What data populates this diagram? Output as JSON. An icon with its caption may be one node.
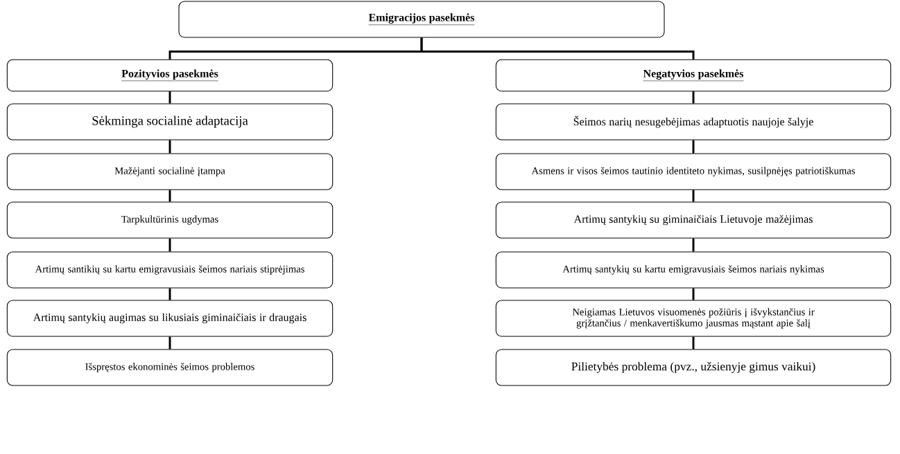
{
  "diagram": {
    "nodes": [
      {
        "text": [
          "Emigracijos pasekmės"
        ]
      },
      {
        "text": [
          "Pozityvios pasekmės"
        ]
      },
      {
        "text": [
          "Negatyvios pasekmės"
        ]
      },
      {
        "text": [
          "Sėkminga socialinė adaptacija"
        ]
      },
      {
        "text": [
          "Mažėjanti socialinė įtampa"
        ]
      },
      {
        "text": [
          "Tarpkultūrinis ugdymas"
        ]
      },
      {
        "text": [
          "Artimų santikių su kartu emigravusiais šeimos nariais stiprėjimas"
        ]
      },
      {
        "text": [
          "Artimų santykių augimas su likusiais giminaičiais ir draugais"
        ]
      },
      {
        "text": [
          "Išspręstos ekonominės šeimos problemos"
        ]
      },
      {
        "text": [
          "Šeimos narių nesugebėjimas adaptuotis naujoje šalyje"
        ]
      },
      {
        "text": [
          "Asmens ir visos šeimos tautinio identiteto nykimas, susilpnėjęs patriotiškumas"
        ]
      },
      {
        "text": [
          "Artimų santykių su giminaičiais Lietuvoje mažėjimas"
        ]
      },
      {
        "text": [
          "Artimų santykių su kartu emigravusiais šeimos nariais nykimas"
        ]
      },
      {
        "text": [
          "Neigiamas Lietuvos visuomenės požiūris į išvykstančius ir grįžtančius / menkavertiškumo jausmas mąstant apie šalį"
        ]
      },
      {
        "text": [
          "Pilietybės problema (pvz., užsienyje gimus vaikui)"
        ]
      }
    ],
    "edges": [
      {
        "from": 0,
        "to": 1,
        "arrow": "none"
      },
      {
        "from": 0,
        "to": 2,
        "arrow": "none"
      },
      {
        "from": 1,
        "to": 3,
        "arrow": "none"
      },
      {
        "from": 3,
        "to": 4,
        "arrow": "none"
      },
      {
        "from": 4,
        "to": 5,
        "arrow": "none"
      },
      {
        "from": 5,
        "to": 6,
        "arrow": "none"
      },
      {
        "from": 6,
        "to": 7,
        "arrow": "none"
      },
      {
        "from": 7,
        "to": 8,
        "arrow": "none"
      },
      {
        "from": 2,
        "to": 9,
        "arrow": "none"
      },
      {
        "from": 9,
        "to": 10,
        "arrow": "none"
      },
      {
        "from": 10,
        "to": 11,
        "arrow": "none"
      },
      {
        "from": 11,
        "to": 12,
        "arrow": "none"
      },
      {
        "from": 12,
        "to": 13,
        "arrow": "none"
      },
      {
        "from": 13,
        "to": 14,
        "arrow": "none"
      }
    ]
  }
}
